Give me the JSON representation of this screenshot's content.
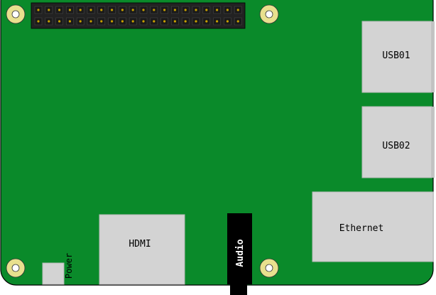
{
  "board": {
    "colors": {
      "pcb": "#0a8a2a",
      "pcb_outline": "#000000",
      "hole_ring": "#e8e08e",
      "hole_center": "#ffffff",
      "connector_gray": "#d3d3d3",
      "connector_edge": "#b8b8b8",
      "header_body": "#222222",
      "header_pin": "#c8a000",
      "audio_jack": "#000000",
      "audio_text": "#ffffff"
    },
    "gpio": {
      "pin_columns": 20,
      "pin_rows": 2
    }
  },
  "labels": {
    "usb1": "USB01",
    "usb2": "USB02",
    "ethernet": "Ethernet",
    "hdmi": "HDMI",
    "audio": "Audio",
    "power": "Power"
  }
}
